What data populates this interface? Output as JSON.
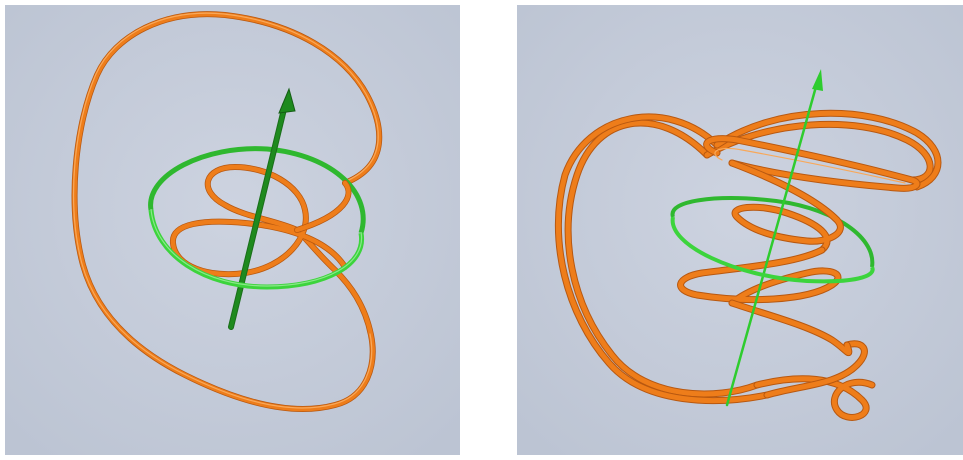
{
  "scene": {
    "background_color": "#c3cad8",
    "tube_color": "#ee7d1a",
    "tube_shadow_color": "#b85810",
    "tube_highlight_color": "#f8a85a",
    "ring_color": "#3cd43c",
    "arrow_color_left": "#1e8a1e",
    "arrow_color_right": "#2ecc2e"
  },
  "panels": [
    {
      "id": "left",
      "content": [
        "orange-knotted-loop",
        "green-ring",
        "green-axis-arrow"
      ]
    },
    {
      "id": "right",
      "content": [
        "orange-helical-braid",
        "green-ring",
        "green-axis-arrow"
      ]
    }
  ]
}
